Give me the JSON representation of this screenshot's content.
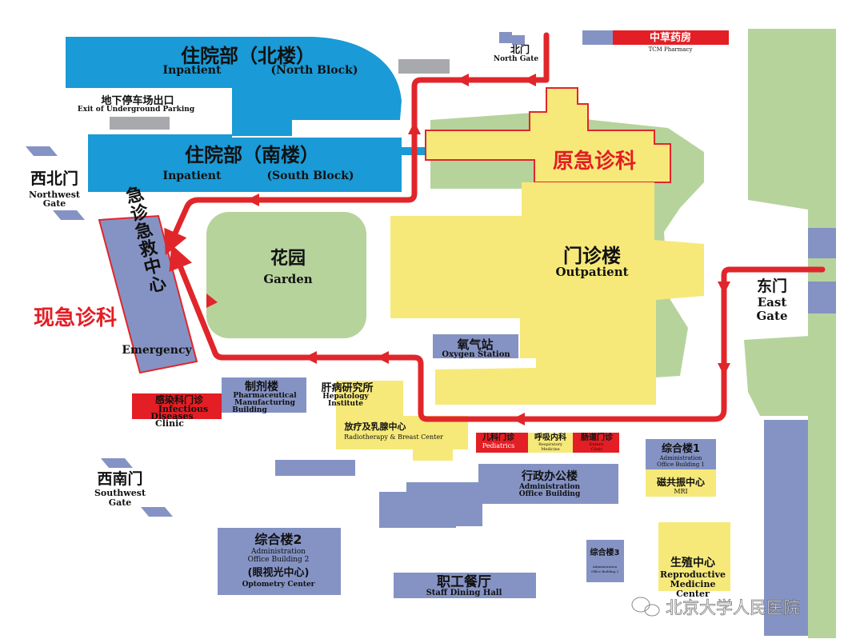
{
  "colors": {
    "inpatient": "#1a9ad6",
    "yellow": "#f6e97a",
    "green": "#b6d39c",
    "blue": "#8593c4",
    "red": "#e31e24",
    "gray": "#a7a9ac",
    "route": "#e0262b"
  },
  "labels": {
    "north_block_cn": "住院部（北楼）",
    "north_block_en1": "Inpatient",
    "north_block_en2": "(North Block)",
    "south_block_cn": "住院部（南楼）",
    "south_block_en1": "Inpatient",
    "south_block_en2": "(South Block)",
    "parking_cn": "地下停车场出口",
    "parking_en": "Exit of Underground Parking",
    "northwest_cn": "西北门",
    "northwest_en1": "Northwest",
    "northwest_en2": "Gate",
    "north_gate_cn": "北门",
    "north_gate_en": "North Gate",
    "tcm_cn": "中草药房",
    "tcm_en": "TCM Pharmacy",
    "old_er": "原急诊科",
    "garden_cn": "花园",
    "garden_en": "Garden",
    "outpatient_cn": "门诊楼",
    "outpatient_en": "Outpatient",
    "east_cn": "东门",
    "east_en1": "East",
    "east_en2": "Gate",
    "emergency_cn": "急诊急救中心",
    "emergency_en": "Emergency",
    "new_er": "现急诊科",
    "oxygen_cn": "氧气站",
    "oxygen_en": "Oxygen Station",
    "pharma_cn": "制剂楼",
    "pharma_en1": "Pharmaceutical",
    "pharma_en2": "Manufacturing",
    "pharma_en3": "Building",
    "hepa_cn": "肝病研究所",
    "hepa_en1": "Hepatology",
    "hepa_en2": "Institute",
    "infect_cn": "感染科门诊",
    "infect_en1": "Infectious",
    "infect_en2": "Diseases",
    "infect_en3": "Clinic",
    "radio_cn": "放疗及乳腺中心",
    "radio_en": "Radiotherapy & Breast Center",
    "peds_cn": "儿科门诊",
    "peds_en": "Pediatrics",
    "resp_cn": "呼吸内科",
    "resp_en1": "Respiratory",
    "resp_en2": "Medicine",
    "enteric_cn": "肠道门诊",
    "enteric_en1": "Enteric",
    "enteric_en2": "Clinic",
    "admin1_cn": "综合楼1",
    "admin1_en1": "Administration",
    "admin1_en2": "Office Building 1",
    "mri_cn": "磁共振中心",
    "mri_en": "MRI",
    "southwest_cn": "西南门",
    "southwest_en1": "Southwest",
    "southwest_en2": "Gate",
    "office_cn": "行政办公楼",
    "office_en1": "Administration",
    "office_en2": "Office Building",
    "admin2_cn": "综合楼2",
    "admin2_en1": "Administration",
    "admin2_en2": "Office Building 2",
    "optometry_cn": "(眼视光中心)",
    "optometry_en": "Optometry Center",
    "admin3_cn": "综合楼3",
    "admin3_en1": "Administration",
    "admin3_en2": "Office Building 3",
    "repro_cn": "生殖中心",
    "repro_en1": "Reproductive",
    "repro_en2": "Medicine",
    "repro_en3": "Center",
    "dining_cn": "职工餐厅",
    "dining_en": "Staff Dining Hall",
    "watermark": "北京大学人民医院"
  }
}
